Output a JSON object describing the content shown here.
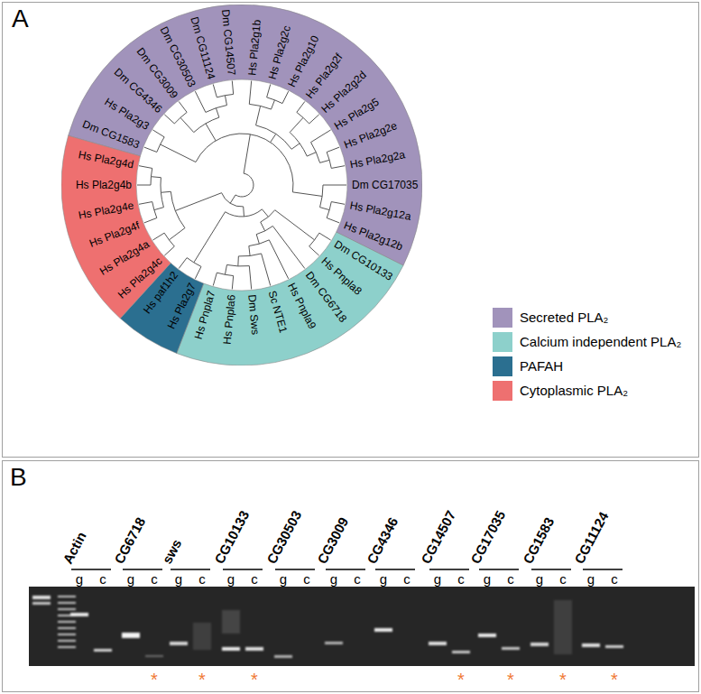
{
  "diagram": {
    "nodes": [
      {
        "text": [
          "A"
        ]
      },
      {
        "text": [
          "Dm CG1583",
          "Hs Pla2g3",
          "Dm CG4346",
          "Dm CG3009",
          "Dm CG30503",
          "Dm CG11124",
          "Dm CG14507",
          "Hs Pla2g1b",
          "Hs Pla2g2c",
          "Hs Pla2g10",
          "Hs Pla2g2f",
          "Hs Pla2g2d",
          "Hs Pla2g5",
          "Hs Pla2g2e",
          "Hs Pla2g2a",
          "Dm CG17035",
          "Hs Pla2g12a",
          "Hs Pla2g12b"
        ],
        "in": 0
      },
      {
        "text": [
          "Dm CG10133",
          "Hs Pnpla8",
          "Dm CG6718",
          "Hs Pnpla9",
          "Sc NTE1",
          "Dm Sws",
          "Hs Pnpla6",
          "Hs Pnpla7"
        ],
        "in": 0
      },
      {
        "text": [
          "Hs Pla2g7",
          "Hs paf1h2"
        ],
        "in": 0
      },
      {
        "text": [
          "Hs Pla2g4c",
          "Hs Pla2g4a",
          "Hs Pla2g4f",
          "Hs Pla2g4e",
          "Hs Pla2g4b",
          "Hs Pla2g4d"
        ],
        "in": 0
      },
      {
        "text": [
          "B"
        ]
      }
    ],
    "labels": [
      "Actin",
      "CG6718",
      "sws",
      "CG10133",
      "CG30503",
      "CG3009",
      "CG4346",
      "CG14507",
      "CG17035",
      "CG1583",
      "CG11124",
      "g",
      "c",
      "g",
      "c",
      "g",
      "c",
      "g",
      "c",
      "g",
      "c",
      "g",
      "c",
      "g",
      "c",
      "g",
      "c",
      "g",
      "c",
      "g",
      "c",
      "g",
      "c",
      "*",
      "*",
      "*",
      "*",
      "*",
      "*",
      "*"
    ],
    "legend": [
      {
        "text": "Secreted PLA₂",
        "color": "#a193bb"
      },
      {
        "text": "Calcium independent PLA₂",
        "color": "#8dd0cb"
      },
      {
        "text": "PAFAH",
        "color": "#2b6f90"
      },
      {
        "text": "Cytoplasmic PLA₂",
        "color": "#ee7070"
      }
    ]
  }
}
